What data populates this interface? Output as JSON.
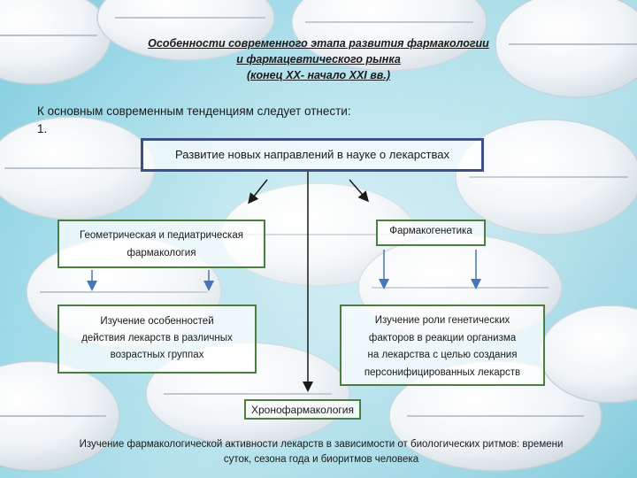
{
  "colors": {
    "main_box_border": "#3f4f86",
    "green_box_border": "#4c7f3f",
    "blue_arrow": "#4a74b8",
    "black_arrow": "#1a1a1a",
    "background": "#8fd4e4"
  },
  "title": {
    "line1": "Особенности современного этапа развития фармакологии",
    "line2": "и фармацевтического рынка",
    "line3": "(конец XX- начало XXI вв.)"
  },
  "intro": {
    "text": "К основным современным тенденциям следует отнести:",
    "number": "1."
  },
  "main_box": "Развитие новых направлений в науке о лекарствах",
  "geometric_box": {
    "line1": "Геометрическая и педиатрическая",
    "line2": "фармакология"
  },
  "pharmacogenetics_box": "Фармакогенетика",
  "age_box": {
    "line1": "Изучение особенностей",
    "line2": "действия лекарств в различных",
    "line3": "возрастных группах"
  },
  "genetic_box": {
    "line1": "Изучение роли генетических",
    "line2": "факторов в реакции организма",
    "line3": "на лекарства с целью создания",
    "line4": "персонифицированных лекарств"
  },
  "chrono_box": "Хронофармакология",
  "bottom_text": {
    "line1": "Изучение фармакологической активности лекарств в зависимости от биологических ритмов: времени",
    "line2": "суток, сезона года и биоритмов человека"
  }
}
